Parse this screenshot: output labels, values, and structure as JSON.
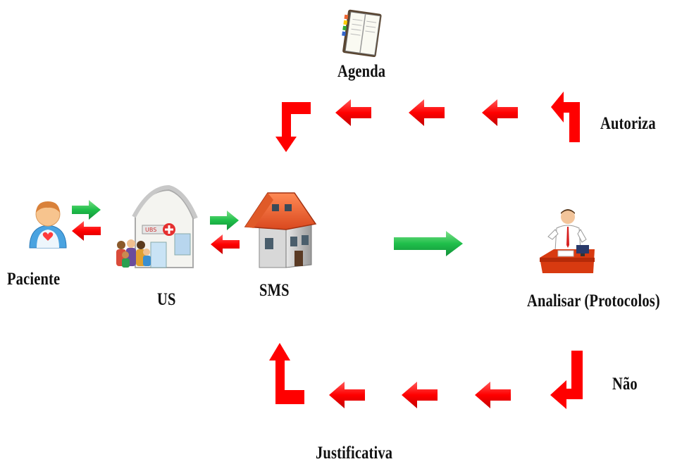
{
  "labels": {
    "agenda": "Agenda",
    "autoriza": "Autoriza",
    "paciente": "Paciente",
    "us": "US",
    "sms": "SMS",
    "analisar": "Analisar (Protocolos)",
    "nao": "Não",
    "justificativa": "Justificativa"
  },
  "colors": {
    "red": "#ff0000",
    "green": "#1db954"
  },
  "icons": {
    "agenda": "notebook-icon",
    "paciente": "person-icon",
    "us": "health-unit-icon",
    "sms": "house-icon",
    "analisar": "doctor-at-desk-icon"
  }
}
